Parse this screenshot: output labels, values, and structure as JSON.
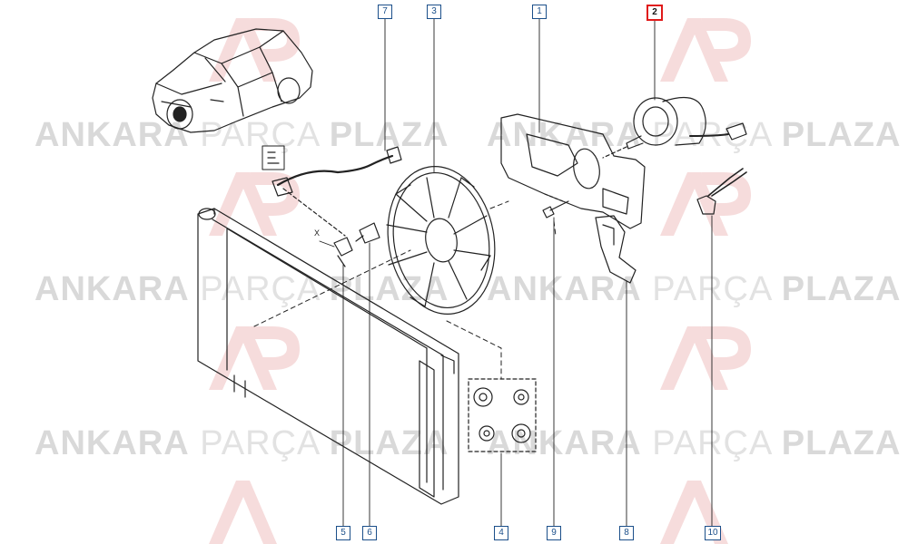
{
  "watermark": {
    "word1": "ANKARA",
    "word2": "PARÇA",
    "word3": "PLAZA"
  },
  "callouts": [
    {
      "id": "7",
      "label": "7"
    },
    {
      "id": "3",
      "label": "3"
    },
    {
      "id": "1",
      "label": "1"
    },
    {
      "id": "2",
      "label": "2",
      "highlighted": true
    },
    {
      "id": "5",
      "label": "5"
    },
    {
      "id": "6",
      "label": "6"
    },
    {
      "id": "4",
      "label": "4"
    },
    {
      "id": "9",
      "label": "9"
    },
    {
      "id": "8",
      "label": "8"
    },
    {
      "id": "10",
      "label": "10"
    }
  ],
  "marker_x": "X",
  "colors": {
    "callout_border": "#1b4f8a",
    "highlight_border": "#e01a1a",
    "line_art": "#222222",
    "watermark": "#d9d9d9",
    "watermark_logo": "#f2c9c9"
  }
}
